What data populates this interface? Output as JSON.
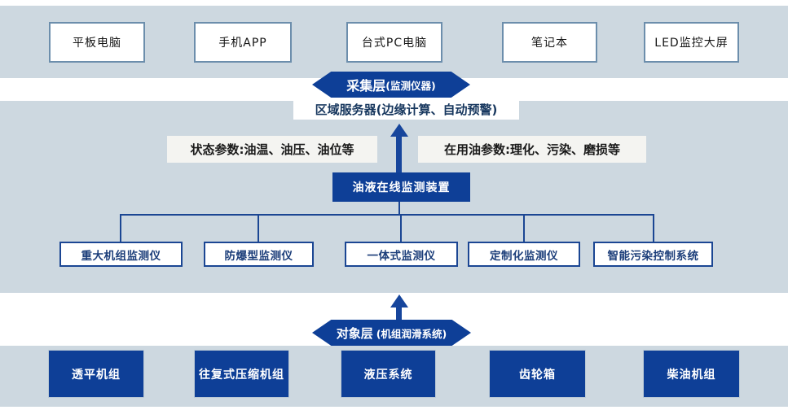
{
  "colors": {
    "band_blue": "#cdd8e0",
    "dark_blue": "#0e3f97",
    "line_navy": "#1b4693",
    "top_box_border": "#6c8eac",
    "label_bg": "#f4f4f1",
    "navy_text": "#17375e"
  },
  "terminal_row": {
    "items": [
      "平板电脑",
      "手机APP",
      "台式PC电脑",
      "笔记本",
      "LED监控大屏"
    ]
  },
  "collection_layer_badge": {
    "title": "采集层",
    "subtitle": "(监测仪器)"
  },
  "server_label": "区域服务器(边缘计算、自动预警)",
  "param_labels": {
    "left": "状态参数:油温、油压、油位等",
    "right": "在用油参数:理化、污染、磨损等"
  },
  "monitor_device_label": "油液在线监测装置",
  "instrument_row": {
    "items": [
      "重大机组监测仪",
      "防爆型监测仪",
      "一体式监测仪",
      "定制化监测仪",
      "智能污染控制系统"
    ]
  },
  "object_layer_badge": {
    "title": "对象层",
    "subtitle": "(机组润滑系统)"
  },
  "equipment_row": {
    "items": [
      "透平机组",
      "往复式压缩机组",
      "液压系统",
      "齿轮箱",
      "柴油机组"
    ]
  }
}
